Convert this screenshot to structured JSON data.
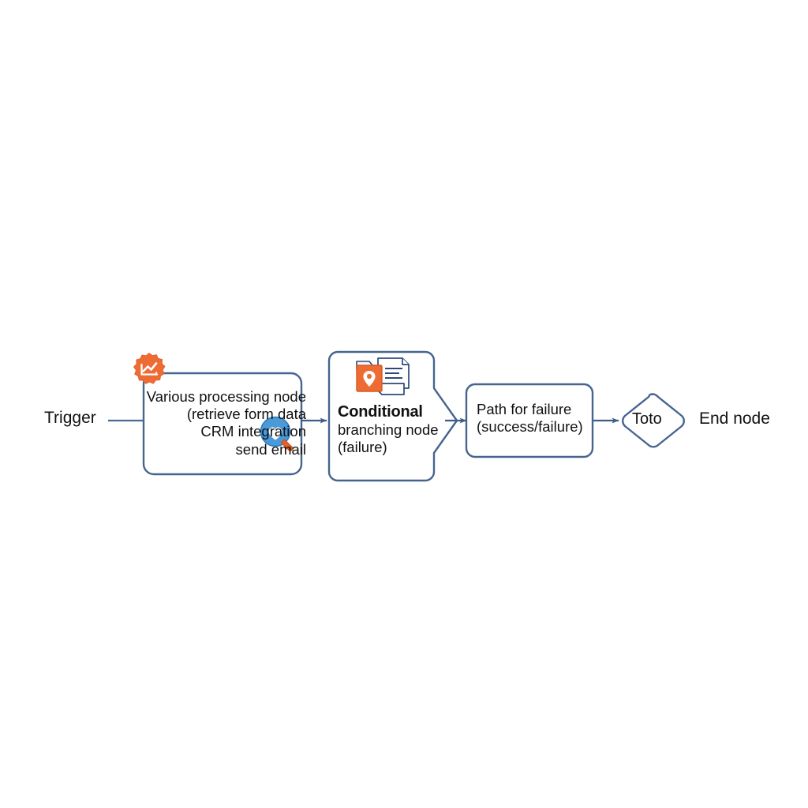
{
  "diagram": {
    "type": "flowchart",
    "orientation": "left-to-right",
    "background_color": "#ffffff",
    "stroke_color": "#46648f",
    "text_color": "#111111",
    "accent_orange": "#ef6c33",
    "accent_blue": "#3f91d6",
    "labels": {
      "trigger": "Trigger",
      "end_node": "End node"
    },
    "nodes": [
      {
        "id": "node-processing",
        "shape": "rounded-rectangle",
        "lines": [
          "Various processing node",
          "(retrieve form data",
          "CRM integration",
          "send email"
        ],
        "icons": [
          "seal-check-icon",
          "magnifier-heart-icon"
        ]
      },
      {
        "id": "node-conditional",
        "shape": "rounded-rectangle-with-chevron",
        "lines": [
          "Conditional",
          "branching node",
          "(failure)"
        ],
        "icons": [
          "folder-document-icon"
        ]
      },
      {
        "id": "node-path-failure",
        "shape": "rounded-rectangle",
        "lines": [
          "Path for failure",
          "(success/failure)"
        ],
        "icons": []
      },
      {
        "id": "node-toto",
        "shape": "diamond",
        "lines": [
          "Toto"
        ],
        "icons": []
      }
    ],
    "connectors": [
      {
        "from": "trigger",
        "to": "node-processing",
        "arrow": false
      },
      {
        "from": "node-processing",
        "to": "node-conditional",
        "arrow": true
      },
      {
        "from": "node-conditional",
        "to": "node-path-failure",
        "arrow": true
      },
      {
        "from": "node-path-failure",
        "to": "node-toto",
        "arrow": true
      }
    ]
  }
}
